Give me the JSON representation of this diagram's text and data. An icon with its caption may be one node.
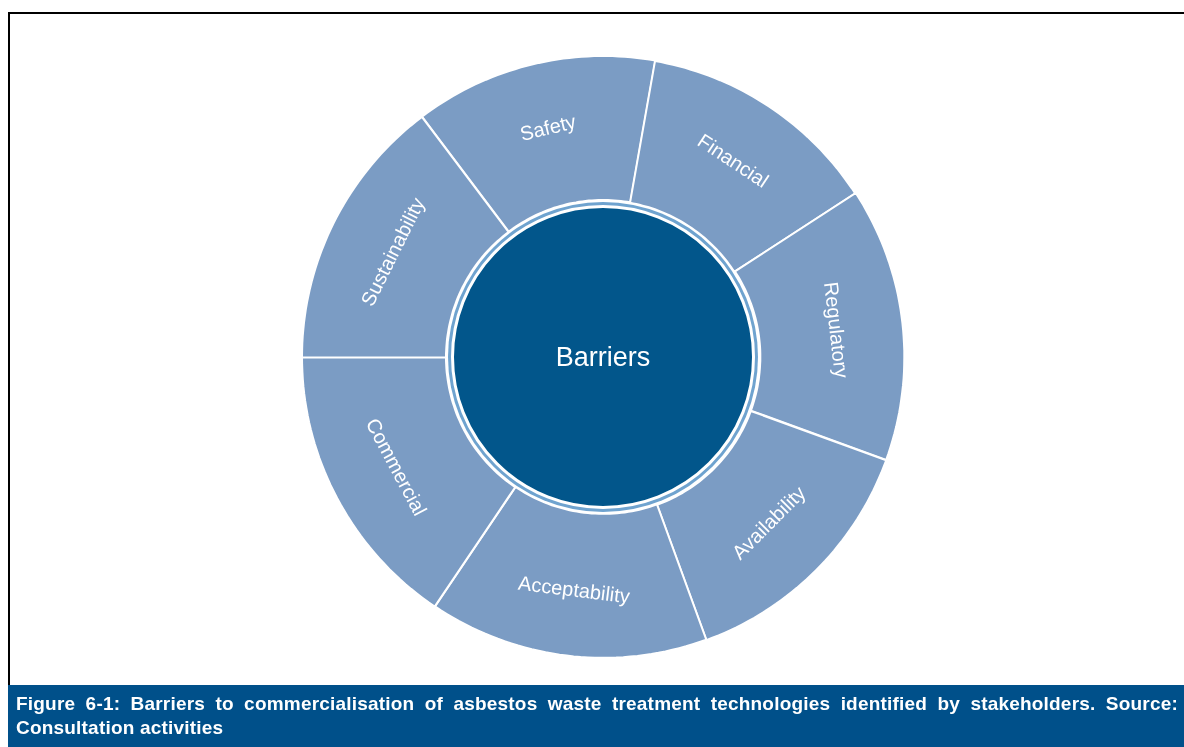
{
  "diagram": {
    "caption": "Figure 6-1: Barriers to commercialisation of asbestos waste treatment technologies identified by stakeholders. Source: Consultation activities",
    "nodes": [
      {
        "text": [
          "Barriers"
        ]
      },
      {
        "text": [
          "Safety"
        ]
      },
      {
        "text": [
          "Financial"
        ]
      },
      {
        "text": [
          "Regulatory"
        ]
      },
      {
        "text": [
          "Availability"
        ]
      },
      {
        "text": [
          "Acceptability"
        ]
      },
      {
        "text": [
          "Commercial"
        ]
      },
      {
        "text": [
          "Sustainability"
        ]
      }
    ],
    "edges": []
  }
}
